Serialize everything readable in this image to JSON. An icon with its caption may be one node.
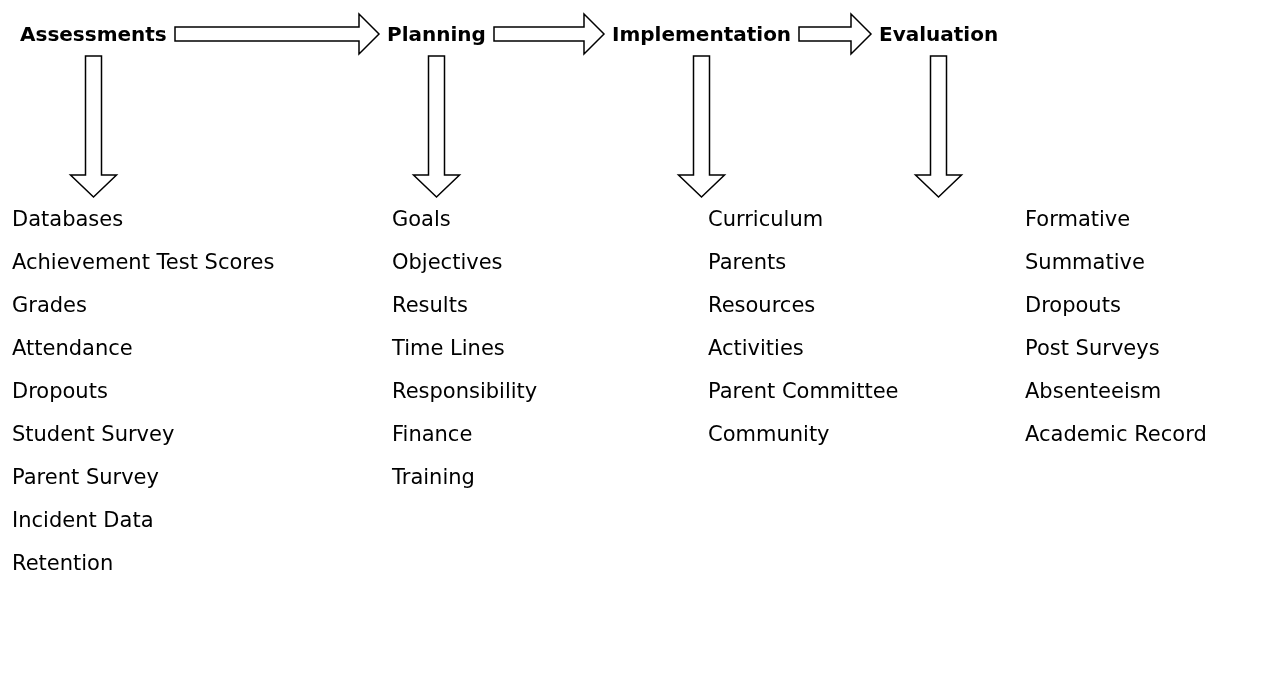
{
  "diagram": {
    "nodes": [
      {
        "text": [
          "Assessments"
        ]
      },
      {
        "text": [
          "Planning"
        ]
      },
      {
        "text": [
          "Implementation"
        ]
      },
      {
        "text": [
          "Evaluation"
        ]
      },
      {
        "text": [
          "Databases",
          "Achievement Test Scores",
          "Grades",
          "Attendance",
          "Dropouts",
          "Student Survey",
          "Parent Survey",
          "Incident Data",
          "Retention"
        ]
      },
      {
        "text": [
          "Goals",
          "Objectives",
          "Results",
          "Time Lines",
          "Responsibility",
          "Finance",
          "Training"
        ]
      },
      {
        "text": [
          "Curriculum",
          "Parents",
          "Resources",
          "Activities",
          "Parent Committee",
          "Community"
        ]
      },
      {
        "text": [
          "Formative",
          "Summative",
          "Dropouts",
          "Post Surveys",
          "Absenteeism",
          "Academic Record"
        ]
      }
    ],
    "edges": [
      {
        "from": 0,
        "to": 1,
        "arrow": "to"
      },
      {
        "from": 1,
        "to": 2,
        "arrow": "to"
      },
      {
        "from": 2,
        "to": 3,
        "arrow": "to"
      },
      {
        "from": 0,
        "to": 4,
        "arrow": "to"
      },
      {
        "from": 1,
        "to": 5,
        "arrow": "to"
      },
      {
        "from": 2,
        "to": 6,
        "arrow": "to"
      },
      {
        "from": 3,
        "to": 7,
        "arrow": "to"
      }
    ]
  }
}
